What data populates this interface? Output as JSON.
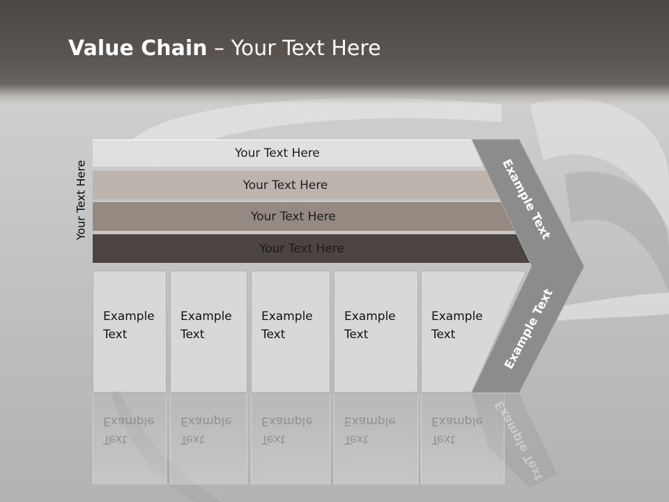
{
  "title": {
    "bold": "Value Chain",
    "rest": " – Your Text Here"
  },
  "side_label": "Your Text Here",
  "bars": [
    {
      "label": "Your Text Here"
    },
    {
      "label": "Your Text Here"
    },
    {
      "label": "Your Text Here"
    },
    {
      "label": "Your Text Here"
    }
  ],
  "cells": [
    {
      "line1": "Example",
      "line2": "Text"
    },
    {
      "line1": "Example",
      "line2": "Text"
    },
    {
      "line1": "Example",
      "line2": "Text"
    },
    {
      "line1": "Example",
      "line2": "Text"
    },
    {
      "line1": "Example",
      "line2": "Text"
    }
  ],
  "chevron": {
    "upper": "Example Text",
    "lower": "Example Text"
  },
  "colors": {
    "header": "#5b5551",
    "bar1": "#e2e0de",
    "bar2": "#bdb4ad",
    "bar3": "#958a82",
    "bar4": "#4b4440",
    "chevron": "#8c8c8c"
  }
}
